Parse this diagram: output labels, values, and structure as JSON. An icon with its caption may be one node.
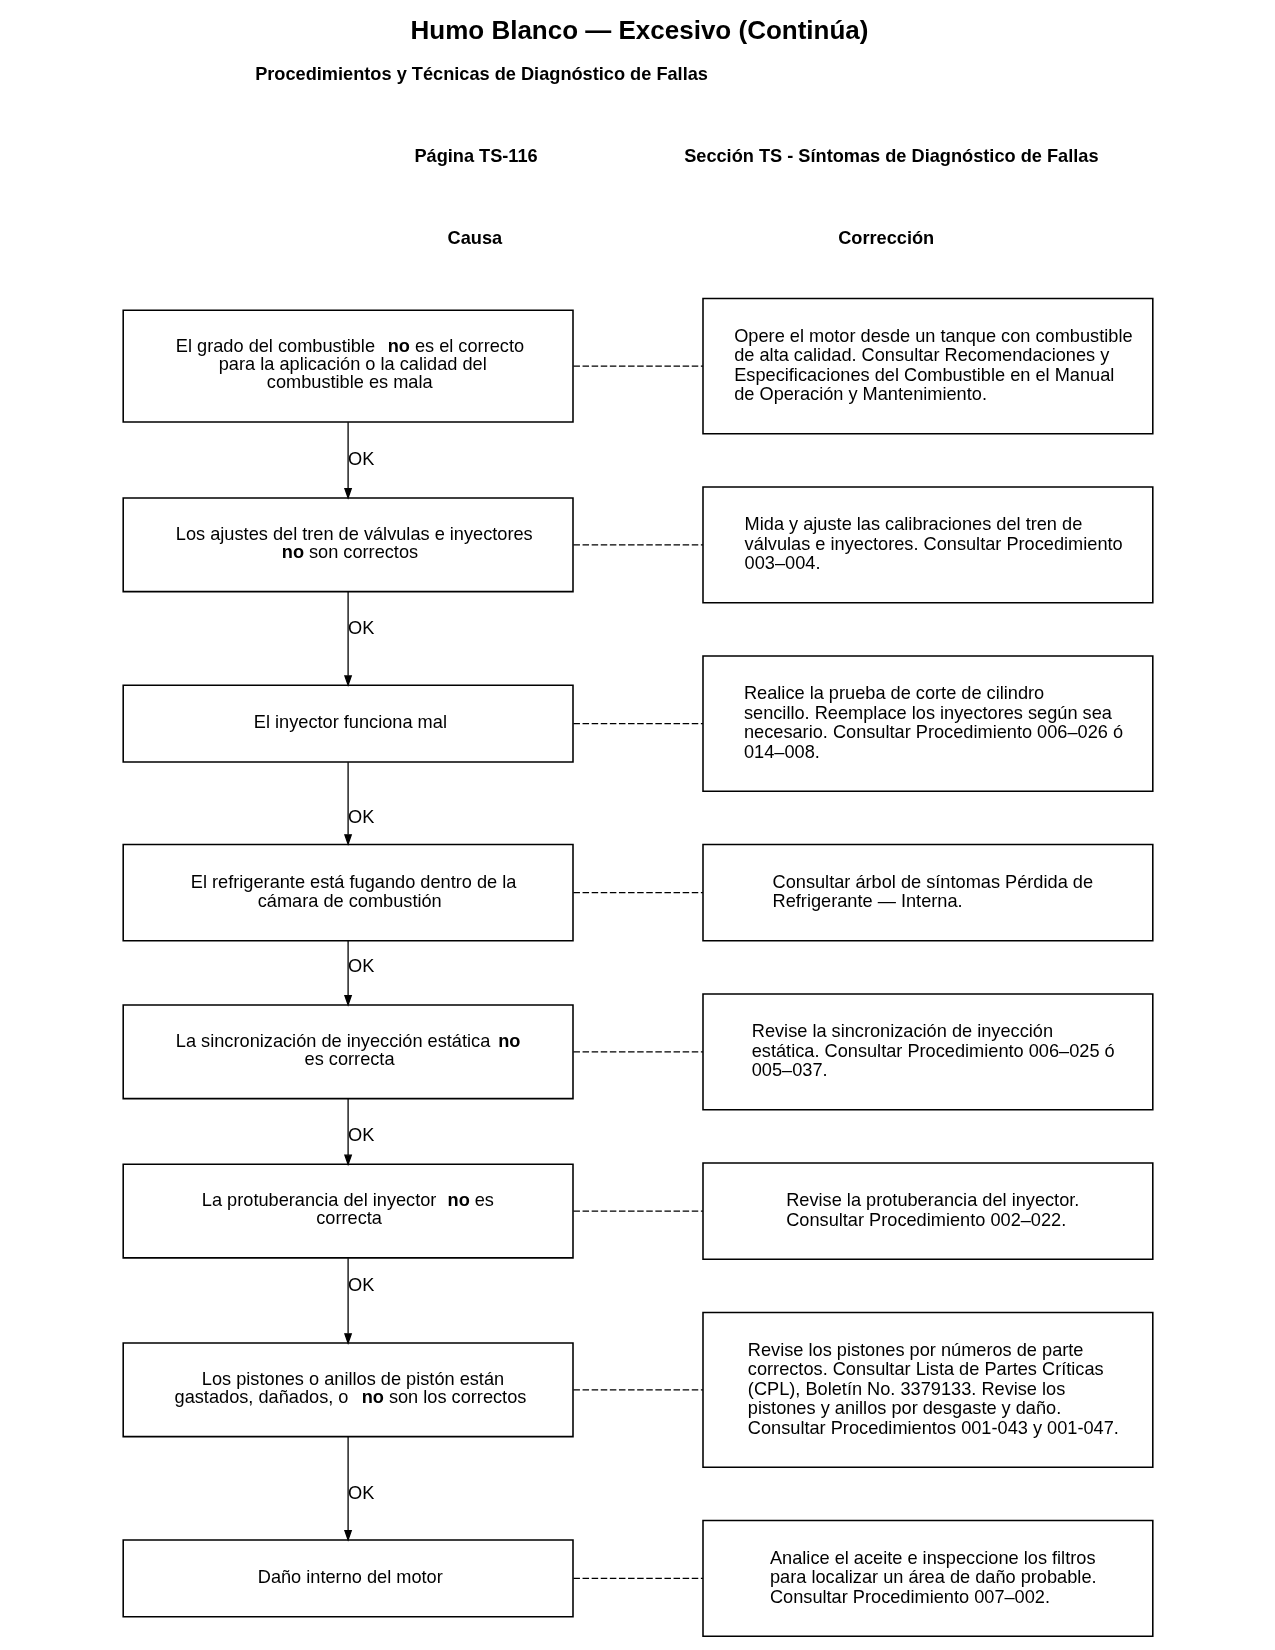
{
  "diagram": {
    "title": "Humo Blanco — Excesivo (Continúa)",
    "nodes": [
      {
        "text": [
          "El grado del combustible **no** es el correcto para la aplicación o la calidad del combustible es mala"
        ]
      },
      {
        "text": [
          "Opere el motor desde un tanque con combustible de alta calidad. Consultar Recomendaciones y Especificaciones del Combustible en el Manual de Operación y Mantenimiento."
        ]
      },
      {
        "text": [
          "Los ajustes del tren de válvulas e inyectores **no** son correctos"
        ]
      },
      {
        "text": [
          "Mida y ajuste las calibraciones del tren de válvulas e inyectores. Consultar Procedimiento 003–004."
        ]
      },
      {
        "text": [
          "El inyector funciona mal"
        ]
      },
      {
        "text": [
          "Realice la prueba de corte de cilindro sencillo. Reemplace los inyectores según sea necesario. Consultar Procedimiento 006–026 ó 014–008."
        ]
      },
      {
        "text": [
          "El refrigerante está fugando dentro de la cámara de combustión"
        ]
      },
      {
        "text": [
          "Consultar árbol de síntomas Pérdida de Refrigerante — Interna."
        ]
      },
      {
        "text": [
          "La sincronización de inyección estática **no** es correcta"
        ]
      },
      {
        "text": [
          "Revise la sincronización de inyección estática. Consultar Procedimiento 006–025 ó 005–037."
        ]
      },
      {
        "text": [
          "La protuberancia del inyector **no** es correcta"
        ]
      },
      {
        "text": [
          "Revise la protuberancia del inyector. Consultar Procedimiento 002–022."
        ]
      },
      {
        "text": [
          "Los pistones o anillos de pistón están gastados, dañados, o **no** son los correctos"
        ]
      },
      {
        "text": [
          "Revise los pistones por números de parte correctos. Consultar Lista de Partes Críticas (CPL), Boletín No. 3379133. Revise los pistones y anillos por desgaste y daño. Consultar Procedimientos 001-043 y 001-047."
        ]
      },
      {
        "text": [
          "Daño interno del motor"
        ]
      },
      {
        "text": [
          "Analice el aceite e inspeccione los filtros para localizar un área de daño probable. Consultar Procedimiento 007–002."
        ]
      }
    ],
    "edges": [
      {
        "from": 0,
        "to": 1,
        "arrow": "none",
        "style": "dashed"
      },
      {
        "from": 0,
        "to": 2,
        "arrow": "to",
        "label": "OK"
      },
      {
        "from": 2,
        "to": 3,
        "arrow": "none",
        "style": "dashed"
      },
      {
        "from": 2,
        "to": 4,
        "arrow": "to",
        "label": "OK"
      },
      {
        "from": 4,
        "to": 5,
        "arrow": "none",
        "style": "dashed"
      },
      {
        "from": 4,
        "to": 6,
        "arrow": "to",
        "label": "OK"
      },
      {
        "from": 6,
        "to": 7,
        "arrow": "none",
        "style": "dashed"
      },
      {
        "from": 6,
        "to": 8,
        "arrow": "to",
        "label": "OK"
      },
      {
        "from": 8,
        "to": 9,
        "arrow": "none",
        "style": "dashed"
      },
      {
        "from": 8,
        "to": 10,
        "arrow": "to",
        "label": "OK"
      },
      {
        "from": 10,
        "to": 11,
        "arrow": "none",
        "style": "dashed"
      },
      {
        "from": 10,
        "to": 12,
        "arrow": "to",
        "label": "OK"
      },
      {
        "from": 12,
        "to": 13,
        "arrow": "none",
        "style": "dashed"
      },
      {
        "from": 12,
        "to": 14,
        "arrow": "to",
        "label": "OK"
      },
      {
        "from": 14,
        "to": 15,
        "arrow": "none",
        "style": "dashed"
      }
    ],
    "labels": [
      "Procedimientos y Técnicas de Diagnóstico de Fallas",
      "Página TS-116",
      "Sección TS - Síntomas de Diagnóstico de Fallas",
      "Causa",
      "Corrección"
    ]
  }
}
